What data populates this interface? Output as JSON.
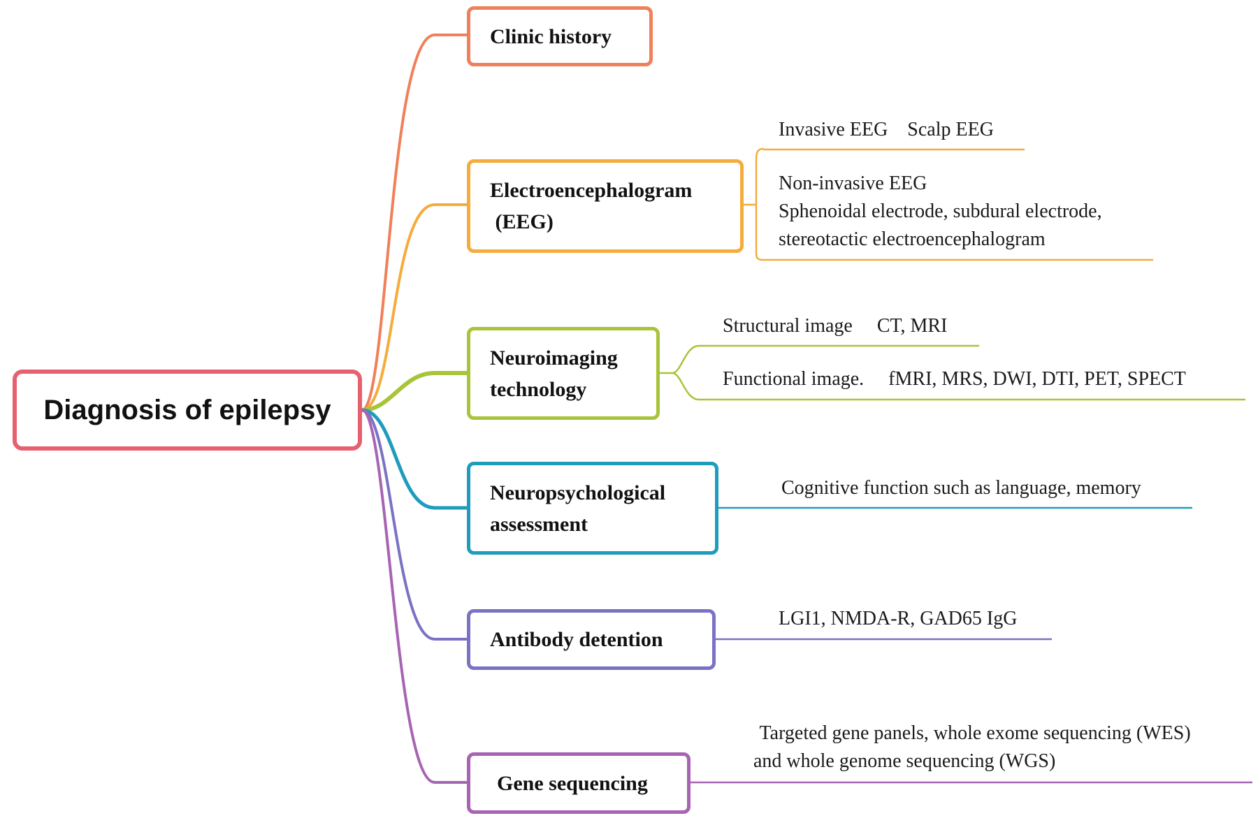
{
  "root": {
    "label": "Diagnosis of epilepsy",
    "color": "#e6606f"
  },
  "branches": [
    {
      "id": "clinic",
      "label_lines": [
        "Clinic history"
      ],
      "color": "#f0805a",
      "details": []
    },
    {
      "id": "eeg",
      "label_lines": [
        "Electroencephalogram",
        " (EEG)"
      ],
      "color": "#f5ac3c",
      "details": [
        "Invasive EEG    Scalp EEG",
        "Non-invasive EEG",
        "Sphenoidal electrode, subdural electrode,",
        "stereotactic electroencephalogram"
      ]
    },
    {
      "id": "neuroimaging",
      "label_lines": [
        "Neuroimaging",
        "technology"
      ],
      "color": "#a8c43a",
      "details": [
        "Structural image     CT, MRI",
        "Functional image.     fMRI, MRS, DWI, DTI, PET, SPECT"
      ]
    },
    {
      "id": "neuropsych",
      "label_lines": [
        "Neuropsychological",
        "assessment"
      ],
      "color": "#1e9cbc",
      "details": [
        "Cognitive function such as language, memory"
      ]
    },
    {
      "id": "antibody",
      "label_lines": [
        "Antibody detention"
      ],
      "color": "#7a72c4",
      "details": [
        "LGI1, NMDA-R, GAD65 IgG"
      ]
    },
    {
      "id": "gene",
      "label_lines": [
        "Gene sequencing"
      ],
      "color": "#a764b2",
      "details": [
        " Targeted gene panels, whole exome sequencing (WES)",
        "and whole genome sequencing (WGS)"
      ]
    }
  ]
}
